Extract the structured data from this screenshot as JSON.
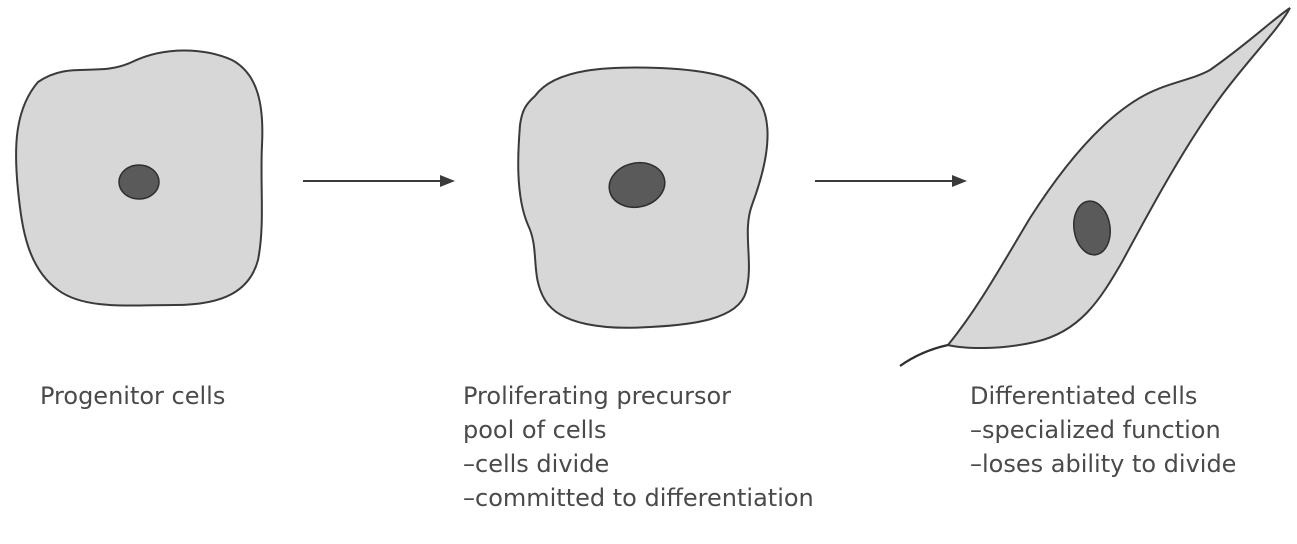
{
  "stages": [
    {
      "title": "Progenitor cells",
      "notes": []
    },
    {
      "title": "Proliferating precursor",
      "title_line2": "pool of cells",
      "notes": [
        "–cells divide",
        "–committed to differentiation"
      ]
    },
    {
      "title": "Differentiated cells",
      "notes": [
        "–specialized function",
        "–loses ability to divide"
      ]
    }
  ],
  "colors": {
    "cytoplasm": "#d7d7d7",
    "nucleus": "#5a5a5a",
    "outline": "#3a3a3a",
    "text": "#4a4a4a"
  }
}
